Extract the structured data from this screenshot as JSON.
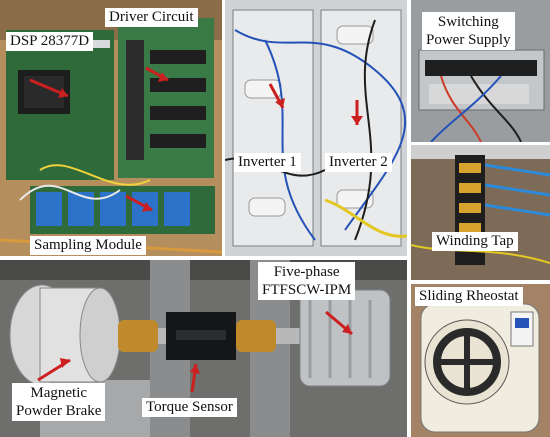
{
  "labels": {
    "dsp": "DSP 28377D",
    "driver": "Driver Circuit",
    "sampling": "Sampling Module",
    "inverter1": "Inverter 1",
    "inverter2": "Inverter 2",
    "power_line1": "Switching",
    "power_line2": "Power Supply",
    "winding_tap": "Winding Tap",
    "motor_line1": "Five-phase",
    "motor_line2": "FTFSCW-IPM",
    "sliding_rheostat": "Sliding Rheostat",
    "brake_line1": "Magnetic",
    "brake_line2": "Powder Brake",
    "torque_sensor": "Torque Sensor"
  },
  "colors": {
    "arrow": "#cc1f1f",
    "pcb_green": "#2f6e3a",
    "metal": "#9ea3a6",
    "dark": "#1b1d1f"
  }
}
